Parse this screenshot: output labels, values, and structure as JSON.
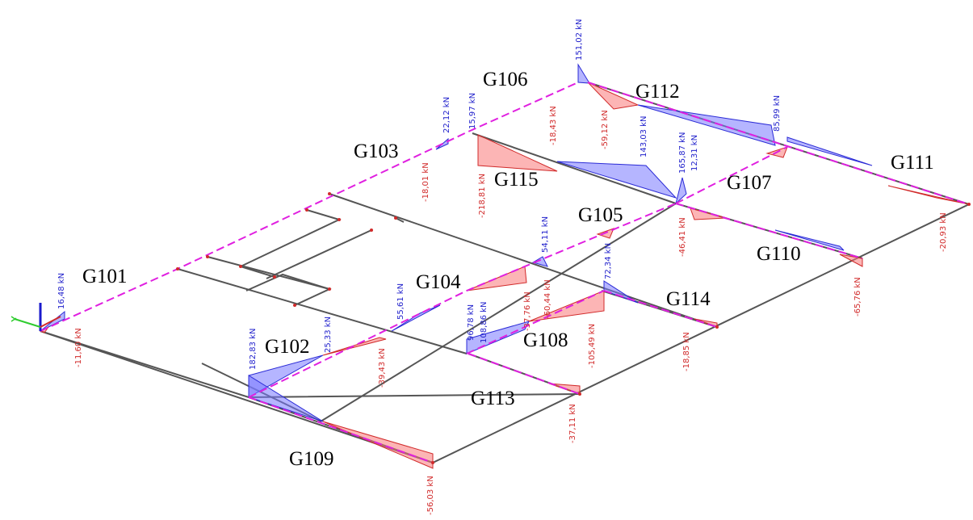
{
  "beam_labels": {
    "g101": "G101",
    "g102": "G102",
    "g103": "G103",
    "g104": "G104",
    "g105": "G105",
    "g106": "G106",
    "g107": "G107",
    "g108": "G108",
    "g109": "G109",
    "g110": "G110",
    "g111": "G111",
    "g112": "G112",
    "g113": "G113",
    "g114": "G114",
    "g115": "G115"
  },
  "values": {
    "v1": "16,48 kN",
    "v2": "-11,60 kN",
    "v3": "182,83 kN",
    "v4": "25,33 kN",
    "v5": "55,61 kN",
    "v6": "-39,43 kN",
    "v7": "-56,03 kN",
    "v8": "-18,01 kN",
    "v9": "22,12 kN",
    "v10": "15,97 kN",
    "v11": "-18,43 kN",
    "v12": "151,02 kN",
    "v13": "-59,12 kN",
    "v14": "143,03 kN",
    "v15": "-218,81 kN",
    "v16": "165,87 kN",
    "v17": "12,31 kN",
    "v18": "85,99 kN",
    "v19": "-46,41 kN",
    "v20": "-20,93 kN",
    "v21": "-65,76 kN",
    "v22": "54,11 kN",
    "v23": "96,78 kN",
    "v24": "108,86 kN",
    "v25": "-37,76 kN",
    "v26": "-60,44 kN",
    "v27": "72,34 kN",
    "v28": "-105,49 kN",
    "v29": "-18,85 kN",
    "v30": "-37,11 kN"
  },
  "colors": {
    "positive": "#2b2bd6",
    "negative": "#d12a2a",
    "beam": "#555555",
    "axis": "#e020e0"
  }
}
